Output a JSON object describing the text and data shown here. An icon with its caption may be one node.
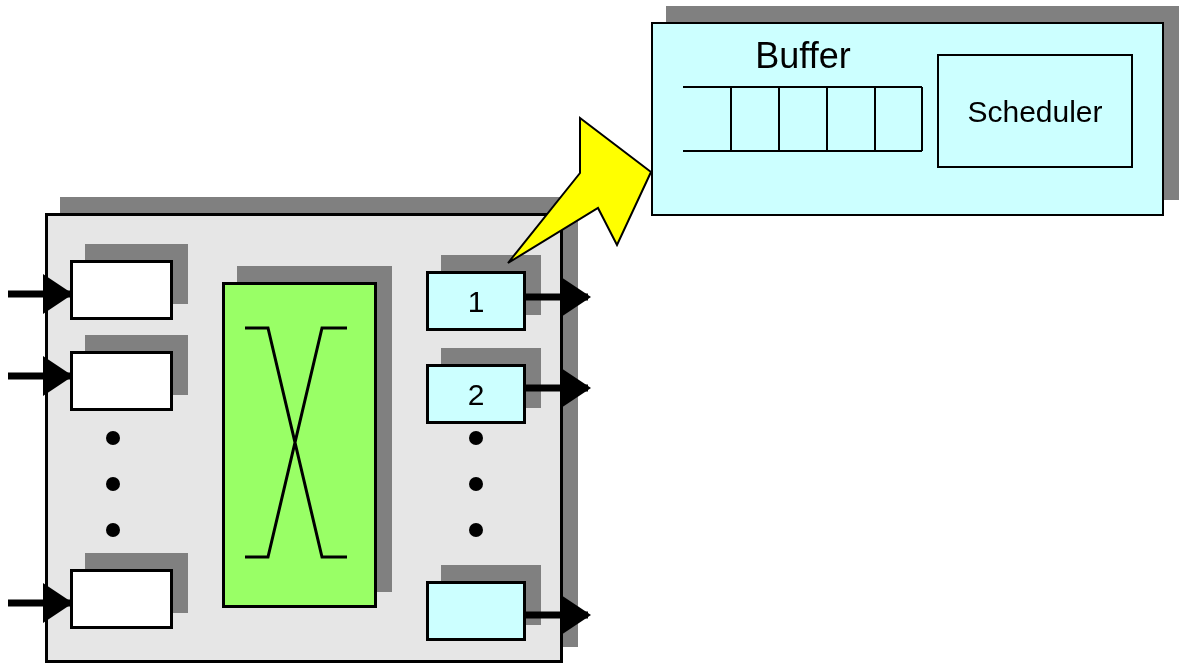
{
  "diagram": {
    "nodes": [
      {
        "text": [],
        "shape": "box"
      },
      {
        "text": [],
        "shape": "box",
        "in": 0
      },
      {
        "text": [],
        "shape": "box",
        "in": 0
      },
      {
        "text": [],
        "shape": "box",
        "in": 0
      },
      {
        "text": [],
        "shape": "box",
        "in": 0
      },
      {
        "text": [
          "1"
        ],
        "in": 0
      },
      {
        "text": [
          "2"
        ],
        "in": 0
      },
      {
        "text": [],
        "shape": "box",
        "in": 0
      },
      {
        "text": [],
        "shape": "box"
      },
      {
        "text": [
          "Buffer"
        ],
        "in": 8
      },
      {
        "text": [
          "Scheduler"
        ],
        "in": 8
      }
    ],
    "edges": [
      {
        "from": null,
        "to": 1,
        "arrow": "to"
      },
      {
        "from": null,
        "to": 2,
        "arrow": "to"
      },
      {
        "from": null,
        "to": 3,
        "arrow": "to"
      },
      {
        "from": 5,
        "to": null,
        "arrow": "to"
      },
      {
        "from": 6,
        "to": null,
        "arrow": "to"
      },
      {
        "from": 7,
        "to": null,
        "arrow": "to"
      },
      {
        "from": 5,
        "to": 8,
        "arrow": "to",
        "color": "#ffff00"
      }
    ]
  }
}
